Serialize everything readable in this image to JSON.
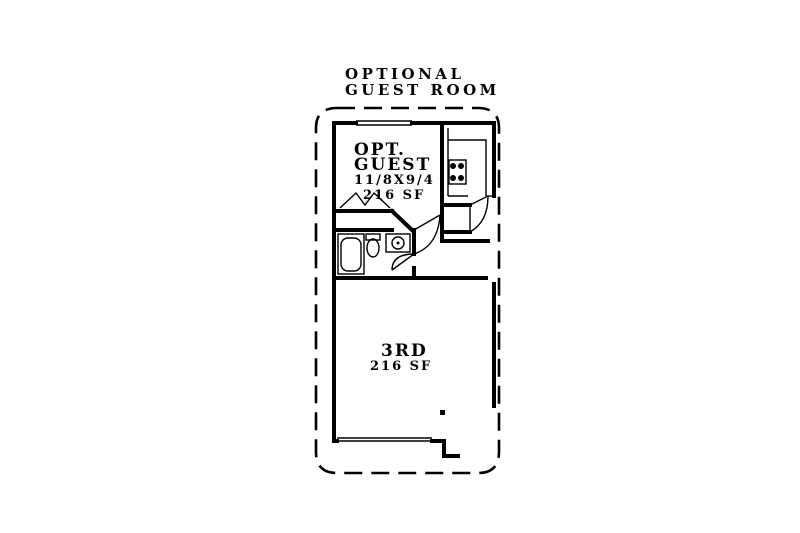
{
  "title": {
    "line1": "OPTIONAL",
    "line2": "GUEST ROOM"
  },
  "rooms": {
    "guest": {
      "name_line1": "OPT.",
      "name_line2": "GUEST",
      "dimensions": "11/8X9/4",
      "area": "216 SF"
    },
    "garage": {
      "name": "3RD",
      "area": "216 SF"
    }
  }
}
